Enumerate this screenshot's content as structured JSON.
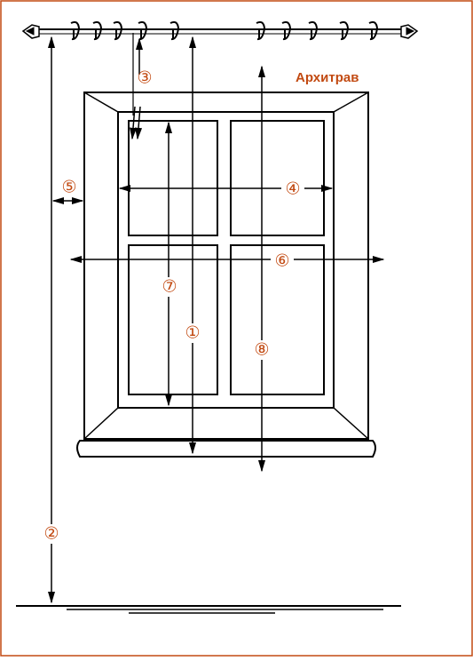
{
  "title": "Архитрав",
  "markers": {
    "m1": "①",
    "m2": "②",
    "m3": "③",
    "m4": "④",
    "m5": "⑤",
    "m6": "⑥",
    "m7": "⑦",
    "m8": "⑧"
  },
  "colors": {
    "line": "#000000",
    "label": "#c24a12",
    "border": "#c24a12"
  }
}
